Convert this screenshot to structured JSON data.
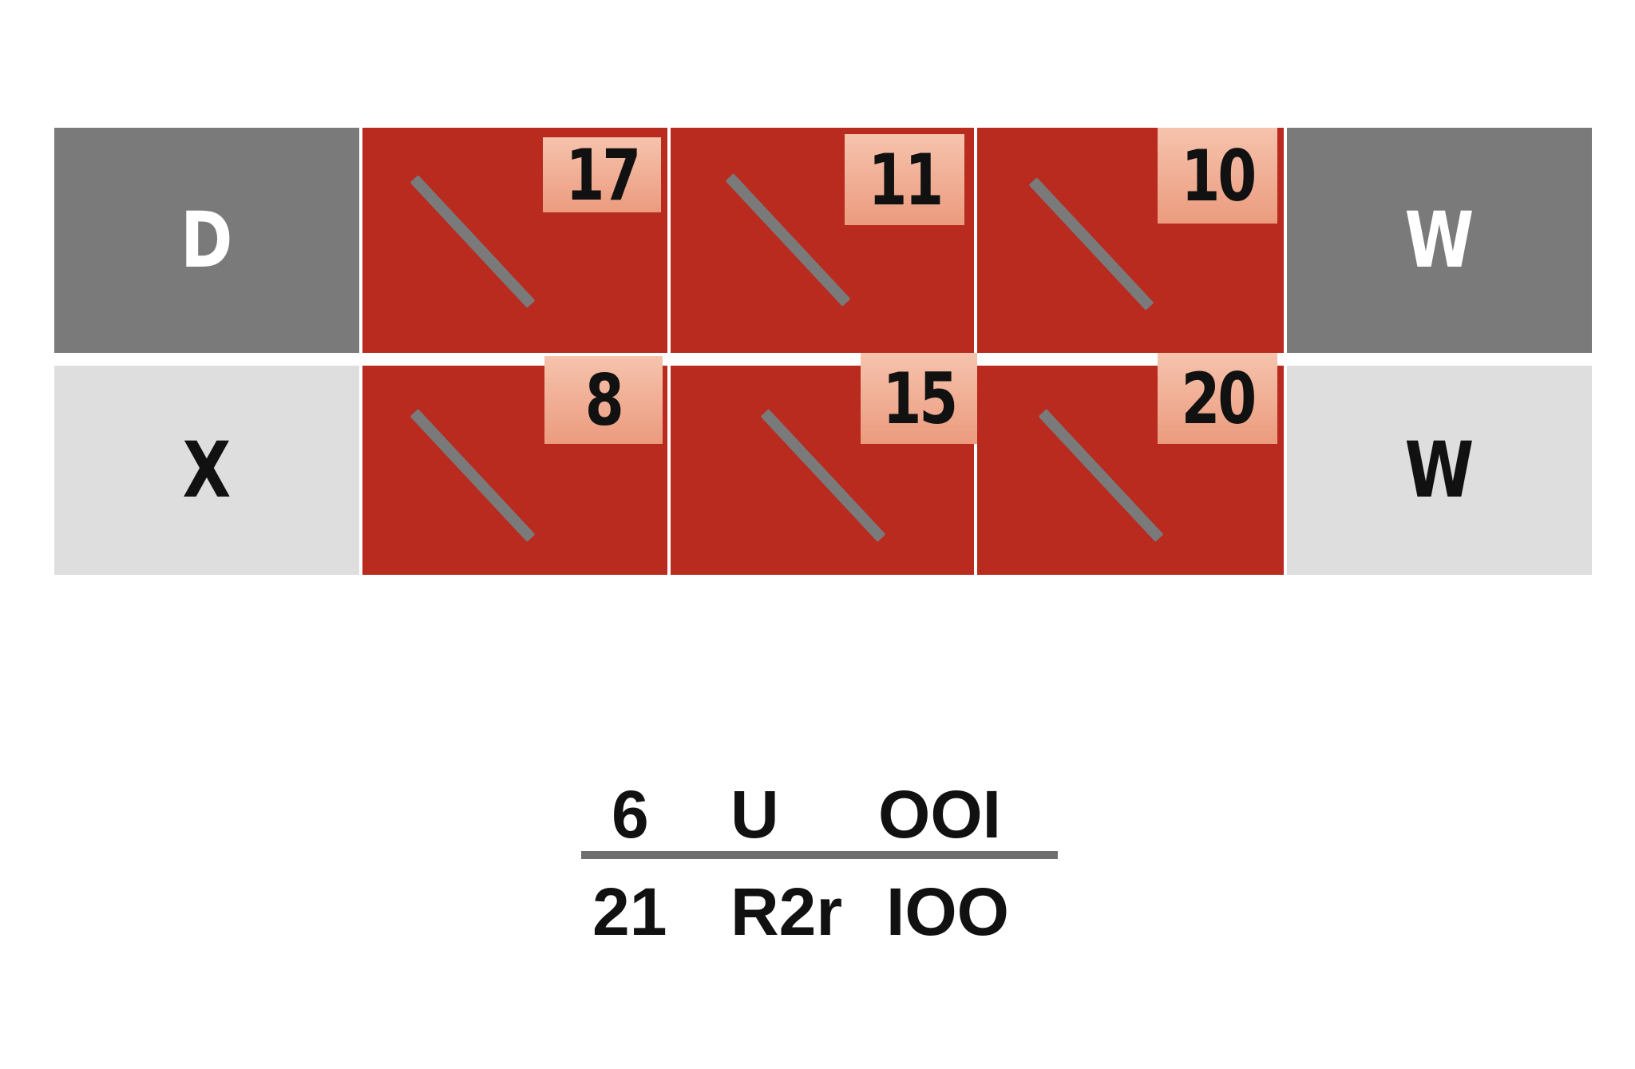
{
  "colors": {
    "red": "#b92a1f",
    "dark_gray": "#7a7a7a",
    "light_gray": "#dedede",
    "tag": "#f2b49b"
  },
  "grid": {
    "row1": {
      "left": "D",
      "right": "W",
      "tags": [
        "17",
        "11",
        "10"
      ]
    },
    "row2": {
      "left": "X",
      "right": "W",
      "tags": [
        "8",
        "15",
        "20"
      ]
    }
  },
  "formula": {
    "numerator": [
      "6",
      "U",
      "OOI"
    ],
    "denominator": [
      "21",
      "R2r",
      "IOO"
    ]
  }
}
